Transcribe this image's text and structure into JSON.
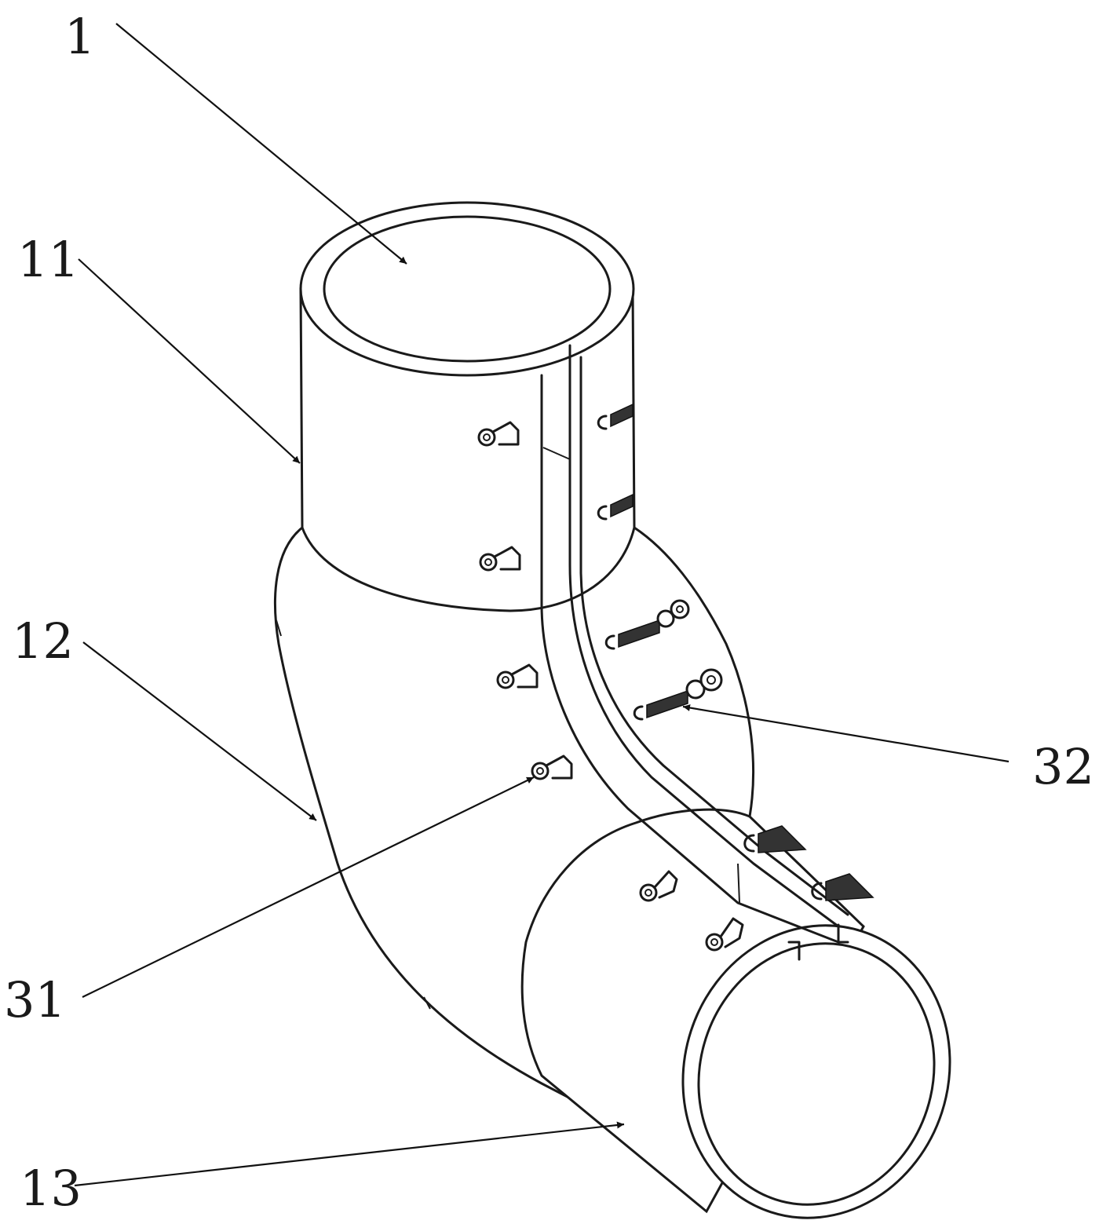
{
  "figure": {
    "background": "#ffffff",
    "line_color": "#1a1a1a",
    "labels": [
      {
        "id": "ref-1",
        "text": "1"
      },
      {
        "id": "ref-11",
        "text": "11"
      },
      {
        "id": "ref-12",
        "text": "12"
      },
      {
        "id": "ref-31",
        "text": "31"
      },
      {
        "id": "ref-32",
        "text": "32"
      },
      {
        "id": "ref-13",
        "text": "13"
      }
    ]
  }
}
